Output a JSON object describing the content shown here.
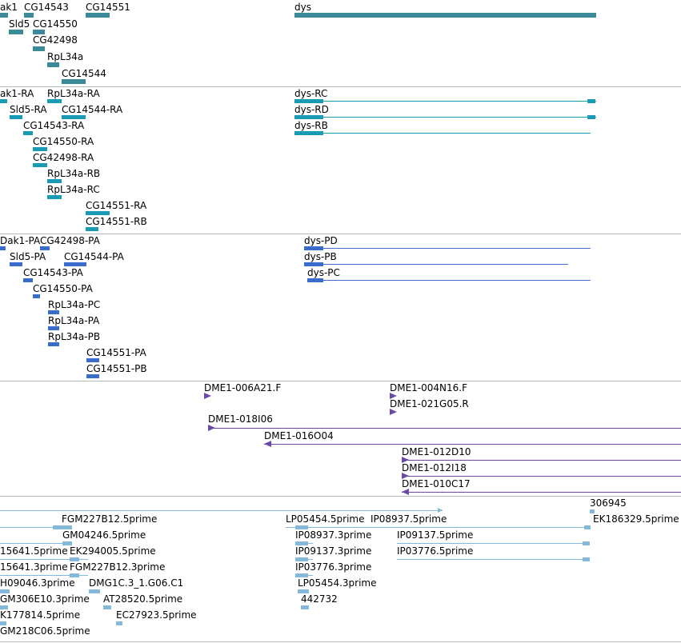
{
  "colors": {
    "gene": "#3a8a97",
    "mrna": "#1a9bb5",
    "protein": "#3a6ccc",
    "clone": "#6a48a8",
    "est": "#85b9dc",
    "separator": "#b8b8b8"
  },
  "genes": {
    "labels": [
      "ak1",
      "CG14543",
      "CG14551",
      "Sld5",
      "CG14550",
      "CG42498",
      "RpL34a",
      "CG14544",
      "dys"
    ]
  },
  "mrna": {
    "labels": [
      "ak1-RA",
      "RpL34a-RA",
      "Sld5-RA",
      "CG14544-RA",
      "CG14543-RA",
      "CG14550-RA",
      "CG42498-RA",
      "RpL34a-RB",
      "RpL34a-RC",
      "CG14551-RA",
      "CG14551-RB",
      "dys-RC",
      "dys-RD",
      "dys-RB"
    ]
  },
  "protein": {
    "labels": [
      "Dak1-PA",
      "CG42498-PA",
      "Sld5-PA",
      "CG14544-PA",
      "CG14543-PA",
      "CG14550-PA",
      "RpL34a-PC",
      "RpL34a-PA",
      "RpL34a-PB",
      "CG14551-PA",
      "CG14551-PB",
      "dys-PD",
      "dys-PB",
      "dys-PC"
    ]
  },
  "clones": {
    "labels": [
      "DME1-006A21.F",
      "DME1-004N16.F",
      "DME1-021G05.R",
      "DME1-018I06",
      "DME1-016O04",
      "DME1-012D10",
      "DME1-012I18",
      "DME1-010C17"
    ]
  },
  "ests": {
    "labels": [
      "306945",
      "FGM227B12.5prime",
      "LP05454.5prime",
      "IP08937.5prime",
      "EK186329.5prime",
      "GM04246.5prime",
      "IP08937.3prime",
      "IP09137.5prime",
      "15641.5prime",
      "EK294005.5prime",
      "IP09137.3prime",
      "IP03776.5prime",
      "15641.3prime",
      "FGM227B12.3prime",
      "IP03776.3prime",
      "H09046.3prime",
      "DMG1C.3_1.G06.C1",
      "LP05454.3prime",
      "GM306E10.3prime",
      "AT28520.5prime",
      "442732",
      "K177814.5prime",
      "EC27923.5prime",
      "GM218C06.5prime"
    ]
  }
}
